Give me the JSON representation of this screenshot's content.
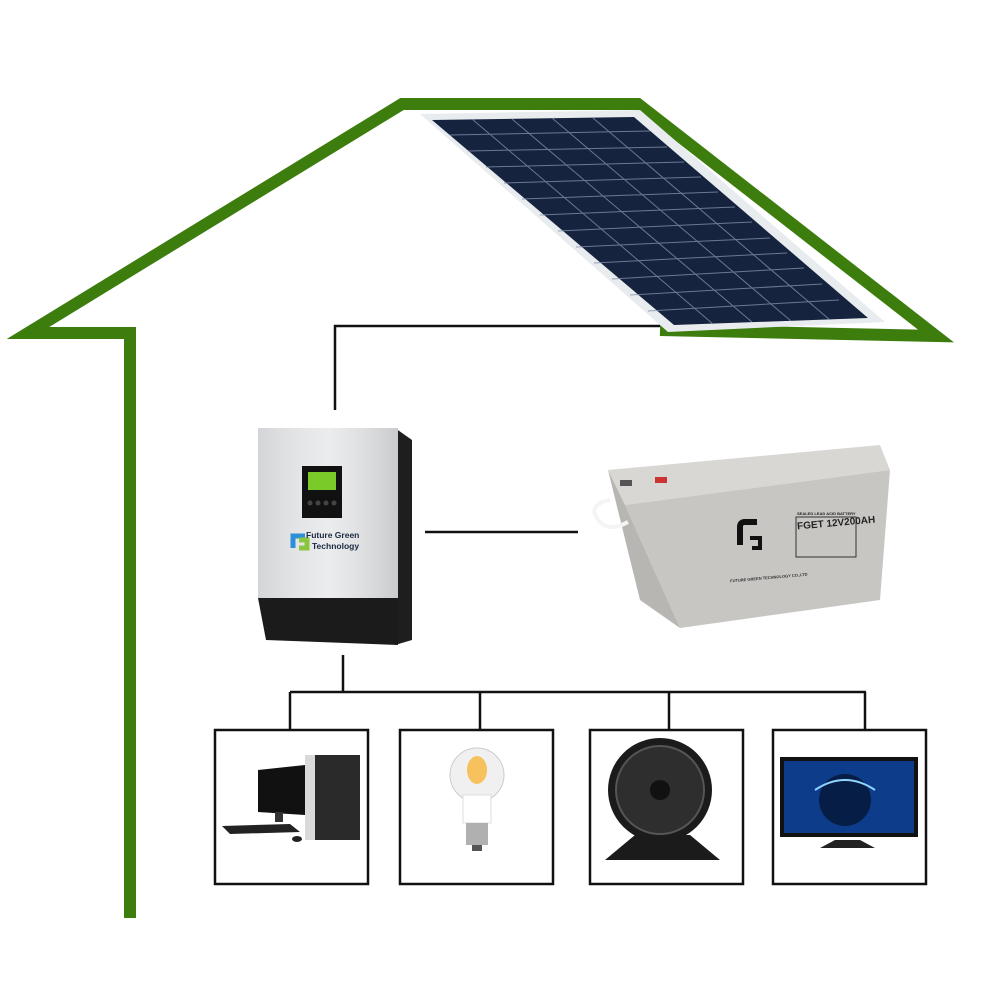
{
  "inverter": {
    "brand_line1": "Future Green",
    "brand_line2": "Technology"
  },
  "battery": {
    "model": "FGET 12V200AH",
    "header": "SEALED LEAD ACID BATTERY",
    "maker": "FUTURE GREEN TECHNOLOGY CO.,LTD"
  },
  "loads": [
    "computer",
    "light-bulb",
    "fan",
    "television"
  ],
  "colors": {
    "house": "#3c7d0e",
    "panel": "#14213d",
    "wire": "#111111"
  }
}
